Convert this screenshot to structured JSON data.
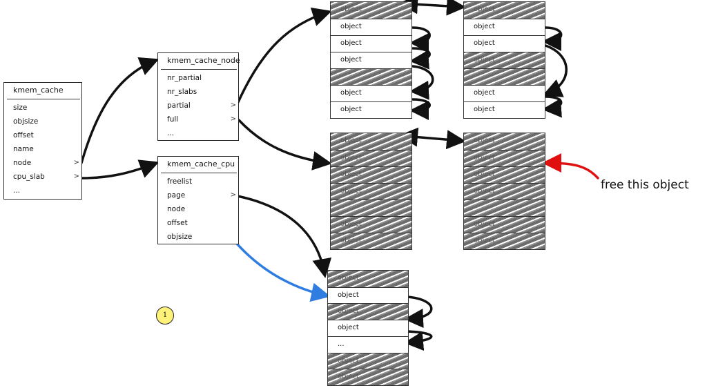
{
  "structs": {
    "kmem_cache": {
      "title": "kmem_cache",
      "fields": [
        "size",
        "objsize",
        "offset",
        "name",
        "node",
        "cpu_slab",
        "..."
      ],
      "pointer_fields": [
        "node",
        "cpu_slab"
      ]
    },
    "kmem_cache_node": {
      "title": "kmem_cache_node",
      "fields": [
        "nr_partial",
        "nr_slabs",
        "partial",
        "full",
        "..."
      ],
      "pointer_fields": [
        "partial",
        "full"
      ]
    },
    "kmem_cache_cpu": {
      "title": "kmem_cache_cpu",
      "fields": [
        "freelist",
        "page",
        "node",
        "offset",
        "objsize"
      ],
      "pointer_fields": [
        "page"
      ]
    }
  },
  "chevron": ">",
  "slabs": {
    "partial_1": {
      "cells": [
        {
          "label": "object",
          "used": true
        },
        {
          "label": "object",
          "used": false
        },
        {
          "label": "object",
          "used": false
        },
        {
          "label": "object",
          "used": false
        },
        {
          "label": "",
          "used": true
        },
        {
          "label": "object",
          "used": false
        },
        {
          "label": "object",
          "used": false
        }
      ]
    },
    "partial_2": {
      "cells": [
        {
          "label": "object",
          "used": true
        },
        {
          "label": "object",
          "used": false
        },
        {
          "label": "object",
          "used": false
        },
        {
          "label": "object",
          "used": true
        },
        {
          "label": "",
          "used": true
        },
        {
          "label": "object",
          "used": false
        },
        {
          "label": "object",
          "used": false
        }
      ]
    },
    "full_1": {
      "cells": [
        {
          "label": "object",
          "used": true
        },
        {
          "label": "object",
          "used": true
        },
        {
          "label": "object",
          "used": true
        },
        {
          "label": "object",
          "used": true
        },
        {
          "label": "",
          "used": true
        },
        {
          "label": "object",
          "used": true
        },
        {
          "label": "object",
          "used": true
        }
      ]
    },
    "full_2": {
      "cells": [
        {
          "label": "object",
          "used": true
        },
        {
          "label": "object",
          "used": true
        },
        {
          "label": "object",
          "used": true
        },
        {
          "label": "object",
          "used": true
        },
        {
          "label": "",
          "used": true
        },
        {
          "label": "object",
          "used": true
        },
        {
          "label": "object",
          "used": true
        }
      ]
    },
    "cpu_slab": {
      "cells": [
        {
          "label": "object",
          "used": true
        },
        {
          "label": "object",
          "used": false
        },
        {
          "label": "object",
          "used": true
        },
        {
          "label": "object",
          "used": false
        },
        {
          "label": "...",
          "used": false
        },
        {
          "label": "object",
          "used": true
        },
        {
          "label": "object",
          "used": true
        }
      ]
    }
  },
  "annotation": {
    "text": "free this object",
    "color": "#e01010"
  },
  "marker": {
    "label": "1",
    "color": "#fff27a"
  },
  "colors": {
    "arrow": "#111111",
    "freelist_arrow": "#2f7de0",
    "free_arrow": "#e01010"
  }
}
